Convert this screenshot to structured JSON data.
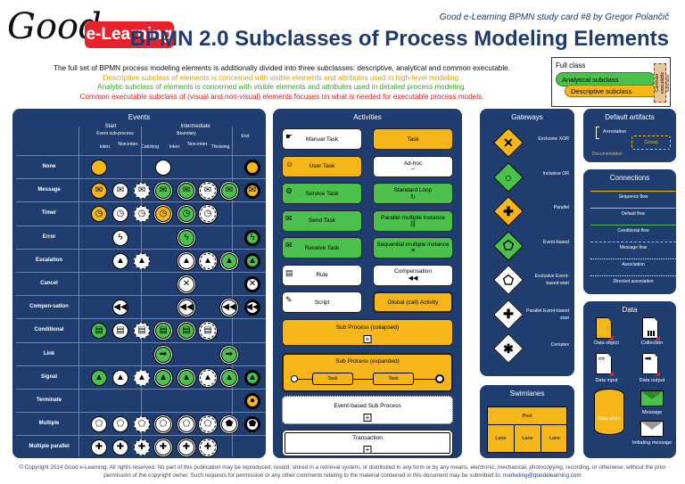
{
  "header": {
    "logo_good": "Good",
    "logo_elearning": "e-Learning",
    "subtitle": "Good e-Learning BPMN study card #8 by Gregor Polančič",
    "title": "BPMN 2.0 Subclasses of Process Modeling Elements"
  },
  "intro": {
    "line1": "The full set of BPMN process modeling elements is additionally divided into three subclasses: descriptive, analytical and common executable.",
    "line2": "Descriptive subclass of elements is concerned with visible elements and attributes used in high-level modeling.",
    "line3": "Analytic subclass of elements is concerned with visible elements and attributes used in detailed process modeling.",
    "line4": "Common executable subclass of (visual and non-visual) elements focuses on what is needed for executable process models."
  },
  "legend": {
    "full": "Full class",
    "analytical": "Analytical subclass",
    "descriptive": "Descriptive subclass",
    "executable": "Common executable subclass"
  },
  "colors": {
    "panel": "#1f3d6e",
    "descriptive": "#f5b61a",
    "analytical": "#4cc04c",
    "executable": "#e02020"
  },
  "events": {
    "title": "Events",
    "start": "Start",
    "intermediate": "Intermediate",
    "end": "End",
    "event_sub": "Event sub-process",
    "boundary": "Boundary",
    "interrupting": "Interr.",
    "non_interrupting": "Non-interr.",
    "catching": "Catching",
    "throwing": "Throwing",
    "rows": [
      "None",
      "Message",
      "Timer",
      "Error",
      "Escalation",
      "Cancel",
      "Compen-sation",
      "Conditional",
      "Link",
      "Signal",
      "Terminate",
      "Multiple",
      "Multiple parallel"
    ]
  },
  "activities": {
    "title": "Activities",
    "left": [
      "Manual Task",
      "User Task",
      "Service Task",
      "Send Task",
      "Receive Task",
      "Rule",
      "Script"
    ],
    "right": [
      "Task",
      "Ad-hoc",
      "Standard Loop",
      "Parallel multiple instance",
      "Sequential multiple instance",
      "Compensation",
      "Global (call) Activity"
    ],
    "sub_collapsed": "Sub Process (collapsed)",
    "sub_expanded": "Sub Process (expanded)",
    "inner_task1": "Task",
    "inner_task2": "Task",
    "event_sub": "Event-based Sub Process",
    "transaction": "Transaction"
  },
  "gateways": {
    "title": "Gateways",
    "items": [
      "Exclusive XOR",
      "Inclusive OR",
      "Parallel",
      "Event-based",
      "Exclusive Event-based start",
      "Parallel Event-based start",
      "Complex"
    ]
  },
  "artifacts": {
    "title": "Default artifacts",
    "annotation": "Annotation",
    "group": "Group",
    "documentation": "Documentation"
  },
  "connections": {
    "title": "Connections",
    "items": [
      "Sequence flow",
      "Default flow",
      "Conditional flow",
      "Message flow",
      "Association",
      "Directed association"
    ]
  },
  "data": {
    "title": "Data",
    "object": "Data object",
    "collection": "Collection",
    "input": "Data input",
    "output": "Data output",
    "store": "Data store",
    "message": "Message",
    "initiating": "Initiating message"
  },
  "swimlanes": {
    "title": "Swimlanes",
    "pool": "Pool",
    "lane1": "Lane",
    "lane2": "Lane",
    "lane3": "Lane"
  },
  "footer": {
    "text": "© Copyright 2014 Good e-Learning. All rights reserved. No part of this publication may be reproduced, resold, stored in a retrieval system, or distributed in any form or by any means, electronic, mechanical, photocopying, recording, or otherwise, without the prior permission of the copyright owner. Such requests for permission or any other comments relating to the material contained in this document may be submitted to:",
    "email": "marketing@goodelearning.com"
  }
}
